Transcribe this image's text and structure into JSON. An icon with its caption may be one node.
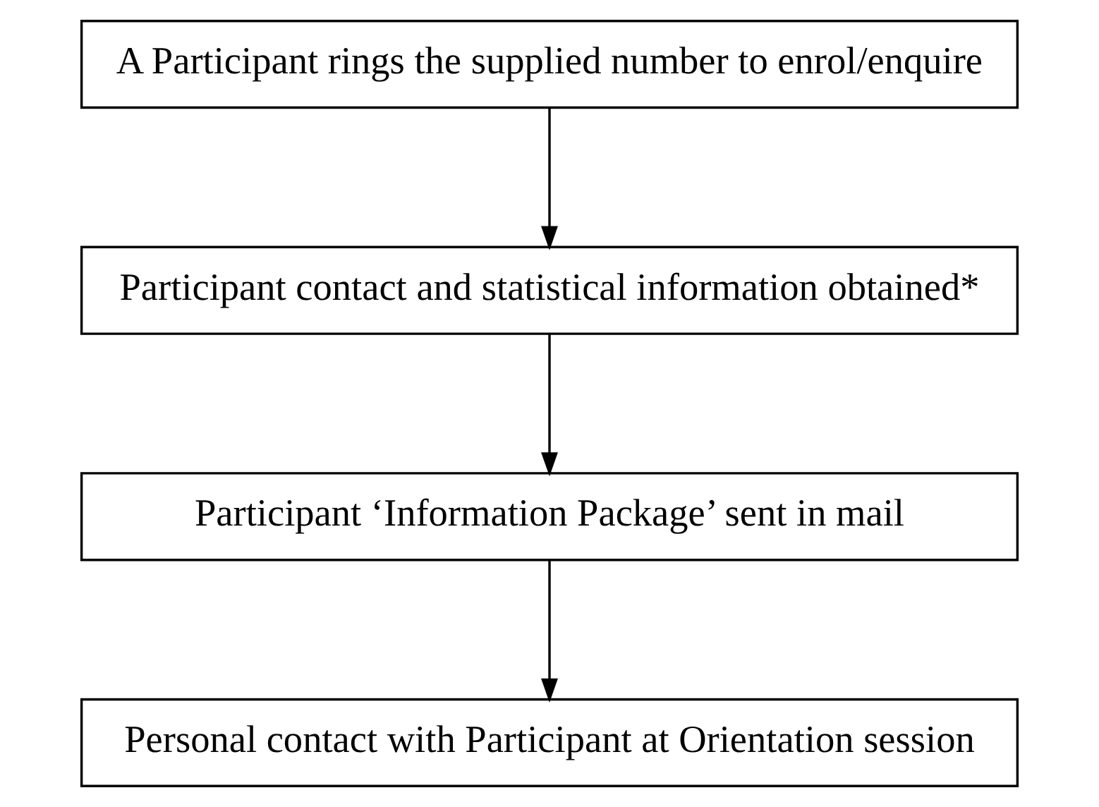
{
  "diagram": {
    "nodes": [
      {
        "text": [
          "A Participant rings the supplied number to enrol/enquire"
        ]
      },
      {
        "text": [
          "Participant contact and statistical information obtained*"
        ]
      },
      {
        "text": [
          "Participant ‘Information Package’ sent in mail"
        ]
      },
      {
        "text": [
          "Personal contact with Participant at Orientation session"
        ]
      }
    ],
    "edges": [
      {
        "from": 0,
        "to": 1,
        "arrow": "to"
      },
      {
        "from": 1,
        "to": 2,
        "arrow": "to"
      },
      {
        "from": 2,
        "to": 3,
        "arrow": "to"
      }
    ]
  }
}
